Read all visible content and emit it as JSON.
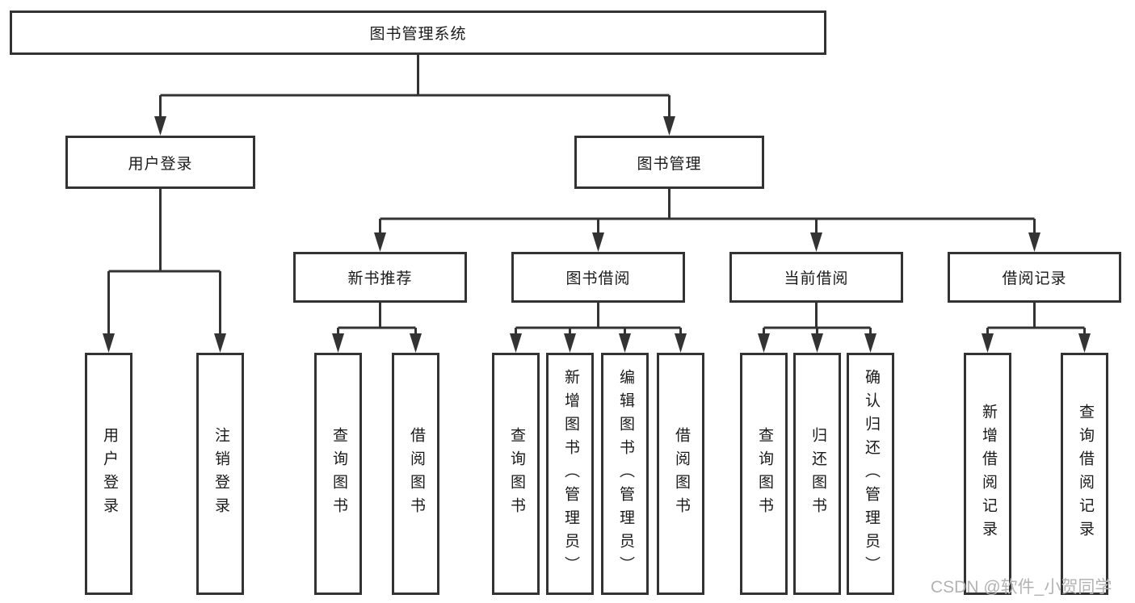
{
  "diagram": {
    "title": "图书管理系统",
    "root": {
      "label": "图书管理系统"
    },
    "branches": [
      {
        "label": "用户登录",
        "children": [
          {
            "label": "用户登录"
          },
          {
            "label": "注销登录"
          }
        ]
      },
      {
        "label": "图书管理",
        "children": [
          {
            "label": "新书推荐",
            "children": [
              {
                "label": "查询图书"
              },
              {
                "label": "借阅图书"
              }
            ]
          },
          {
            "label": "图书借阅",
            "children": [
              {
                "label": "查询图书"
              },
              {
                "label": "新增图书（管理员）"
              },
              {
                "label": "编辑图书（管理员）"
              },
              {
                "label": "借阅图书"
              }
            ]
          },
          {
            "label": "当前借阅",
            "children": [
              {
                "label": "查询图书"
              },
              {
                "label": "归还图书"
              },
              {
                "label": "确认归还（管理员）"
              }
            ]
          },
          {
            "label": "借阅记录",
            "children": [
              {
                "label": "新增借阅记录"
              },
              {
                "label": "查询借阅记录"
              }
            ]
          }
        ]
      }
    ]
  },
  "watermark": {
    "text": "CSDN @软件_小贺同学"
  },
  "colors": {
    "line": "#333333",
    "box_border": "#333333",
    "text": "#1a1a1a",
    "background": "#ffffff",
    "watermark": "#b3b3b3"
  }
}
